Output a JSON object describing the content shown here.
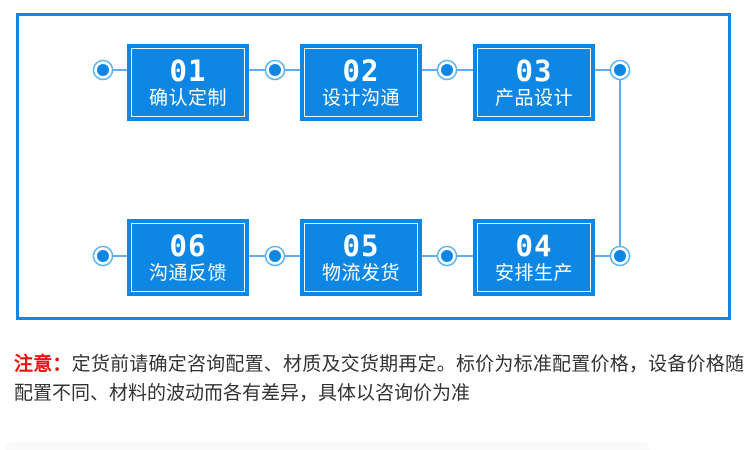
{
  "flow_diagram": {
    "frame_color": "#1585e6",
    "box_color": "#0e87e4",
    "line_color": "#2e8fe8",
    "dot_fill_color": "#0e87e4",
    "dot_ring_color": "#58b4f2",
    "steps": [
      {
        "num": "01",
        "label": "确认定制"
      },
      {
        "num": "02",
        "label": "设计沟通"
      },
      {
        "num": "03",
        "label": "产品设计"
      },
      {
        "num": "04",
        "label": "安排生产"
      },
      {
        "num": "05",
        "label": "物流发货"
      },
      {
        "num": "06",
        "label": "沟通反馈"
      }
    ]
  },
  "note": {
    "prefix": "注意：",
    "prefix_color": "#e8150d",
    "text": "定货前请确定咨询配置、材质及交货期再定。标价为标准配置价格，设备价格随配置不同、材料的波动而各有差异，具体以咨询价为准",
    "text_color": "#333333"
  }
}
